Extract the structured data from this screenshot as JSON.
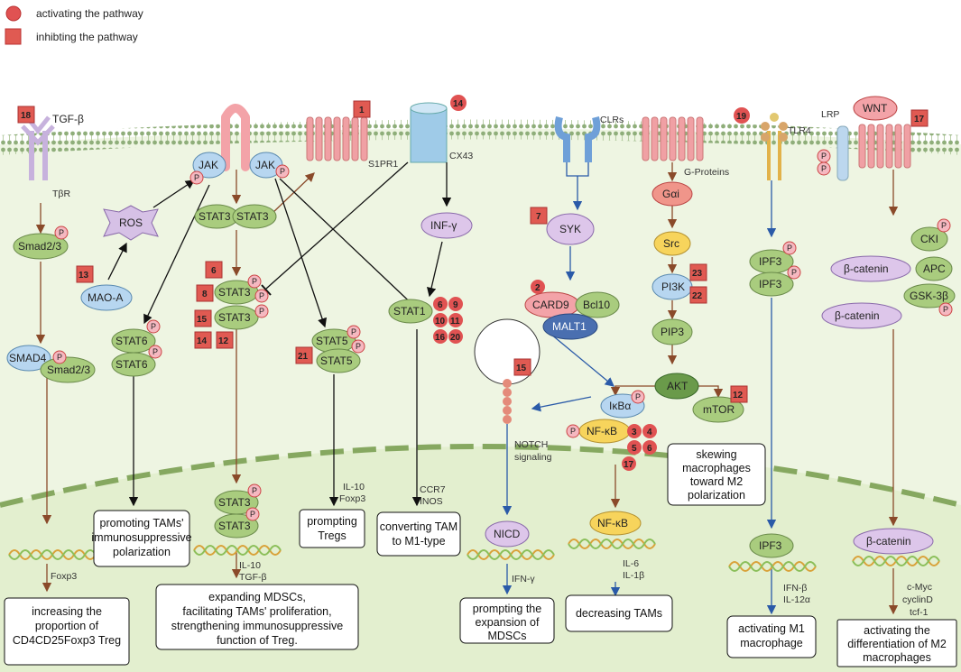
{
  "legend": {
    "activating": "activating the pathway",
    "inhibiting": "inhibting the pathway"
  },
  "receptors": {
    "tgfb": "TGF-β",
    "tbr": "TβR",
    "s1pr1": "S1PR1",
    "cx43": "CX43",
    "clrs": "CLRs",
    "gprot": "G-Proteins",
    "tlr4": "TLR4",
    "lrp": "LRP",
    "wnt": "WNT"
  },
  "nodes": {
    "jak": "JAK",
    "ros": "ROS",
    "maoa": "MAO-A",
    "stat3": "STAT3",
    "stat6": "STAT6",
    "stat5": "STAT5",
    "stat1": "STAT1",
    "smad23": "Smad2/3",
    "smad4": "SMAD4",
    "infg": "INF-γ",
    "syk": "SYK",
    "card9": "CARD9",
    "bcl10": "Bcl10",
    "malt1": "MALT1",
    "gai": "Gαi",
    "src": "Src",
    "pi3k": "PI3K",
    "pip3": "PIP3",
    "akt": "AKT",
    "mtor": "mTOR",
    "ikba": "IκBα",
    "nfkb": "NF-κB",
    "nicd": "NICD",
    "ipf3": "IPF3",
    "cki": "CKI",
    "apc": "APC",
    "gsk3b": "GSK-3β",
    "bcat": "β-catenin",
    "p": "P"
  },
  "labels": {
    "notch": "NOTCH\nsignaling",
    "foxp3": "Foxp3",
    "il10_tgfb": "IL-10\nTGF-β",
    "il10_foxp3": "IL-10\nFoxp3",
    "ccr7": "CCR7\nINOS",
    "ifng": "IFN-γ",
    "il6": "IL-6\nIL-1β",
    "ifnb": "IFN-β\nIL-12α",
    "cmyc": "c-Myc\ncyclinD\ntcf-1"
  },
  "outcomes": {
    "treg": "increasing the\nproportion of\nCD4CD25Foxp3 Treg",
    "stat6": "promoting TAMs'\nimmunosuppressive\npolarization",
    "mdsc": "expanding MDSCs,\nfacilitating TAMs' proliferation,\nstrengthening immunosuppressive\nfunction of Treg.",
    "tregs": "prompting\nTregs",
    "m1": "converting TAM\nto M1-type",
    "notch": "prompting the\nexpansion of\nMDSCs",
    "decrease": "decreasing TAMs",
    "mtor": "skewing\nmacrophages\ntoward M2\npolarization",
    "ipf3": "activating M1\nmacrophage",
    "wnt": "activating the\ndifferentiation of M2\nmacrophages"
  },
  "numbers": {
    "n18": "18",
    "n1": "1",
    "n14": "14",
    "n13": "13",
    "n6": "6",
    "n8": "8",
    "n15": "15",
    "n14b": "14",
    "n12": "12",
    "n21": "21",
    "n6c": "6",
    "n9": "9",
    "n10": "10",
    "n11": "11",
    "n16": "16",
    "n20": "20",
    "n7": "7",
    "n2": "2",
    "n15b": "15",
    "n23": "23",
    "n22": "22",
    "n12b": "12",
    "n3": "3",
    "n4": "4",
    "n5": "5",
    "n6d": "6",
    "n17": "17",
    "n19": "19",
    "n17b": "17"
  },
  "colors": {
    "activate": "#e05252",
    "inhibit": "#e05a52",
    "node_green": "#a9cc7e",
    "node_blue": "#b7d6f0",
    "node_purple": "#ddc6ea",
    "node_yellow": "#f7d45c",
    "receptor_pink": "#f3a3a8",
    "cell": "#eef5e2",
    "membrane": "#b5cf9a"
  }
}
